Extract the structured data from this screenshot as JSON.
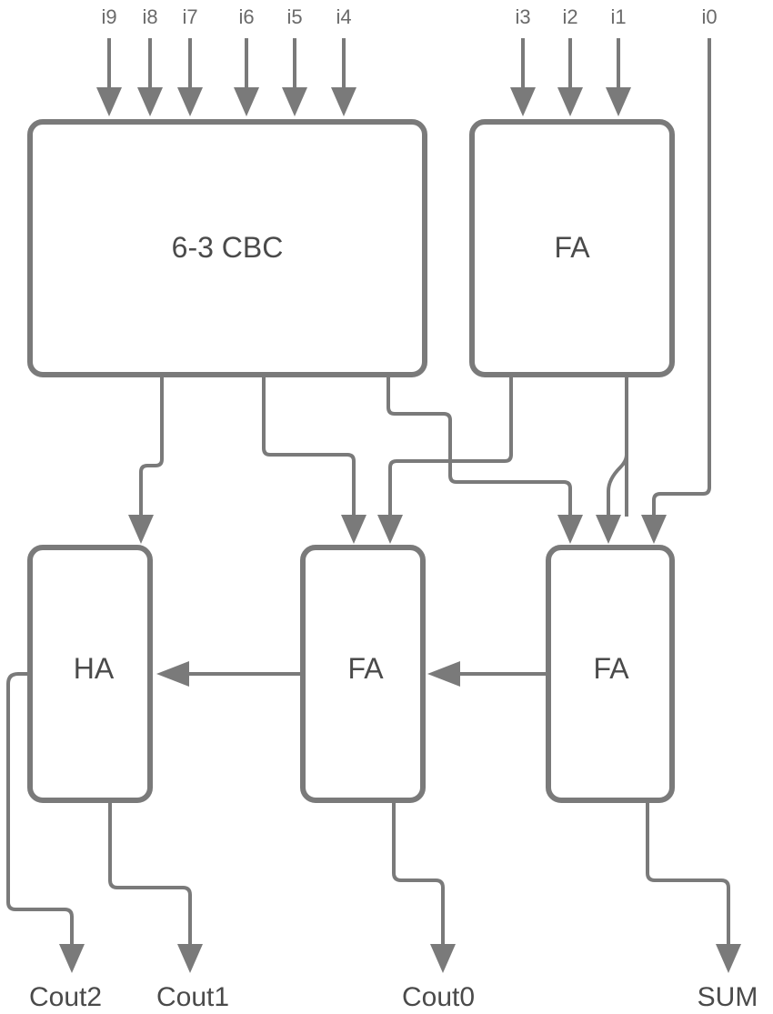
{
  "blocks": {
    "cbc": "6-3 CBC",
    "fa_top": "FA",
    "ha": "HA",
    "fa_mid": "FA",
    "fa_right": "FA"
  },
  "inputs": {
    "i9": "i9",
    "i8": "i8",
    "i7": "i7",
    "i6": "i6",
    "i5": "i5",
    "i4": "i4",
    "i3": "i3",
    "i2": "i2",
    "i1": "i1",
    "i0": "i0"
  },
  "outputs": {
    "cout2": "Cout2",
    "cout1": "Cout1",
    "cout0": "Cout0",
    "sum": "SUM"
  }
}
